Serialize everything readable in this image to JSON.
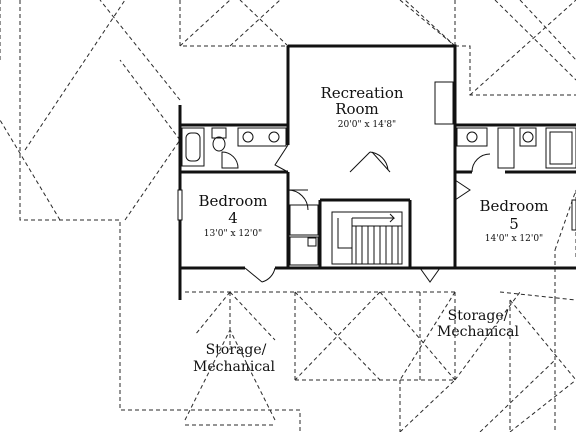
{
  "rooms": {
    "recreation": {
      "name_line1": "Recreation",
      "name_line2": "Room",
      "size": "20'0\" x 14'8\""
    },
    "bedroom4": {
      "name_line1": "Bedroom",
      "name_line2": "4",
      "size": "13'0\" x 12'0\""
    },
    "bedroom5": {
      "name_line1": "Bedroom",
      "name_line2": "5",
      "size": "14'0\" x 12'0\""
    }
  },
  "storage": {
    "left": {
      "line1": "Storage/",
      "line2": "Mechanical"
    },
    "right": {
      "line1": "Storage/",
      "line2": "Mechanical"
    }
  },
  "colors": {
    "ink": "#111111",
    "background": "#ffffff"
  }
}
